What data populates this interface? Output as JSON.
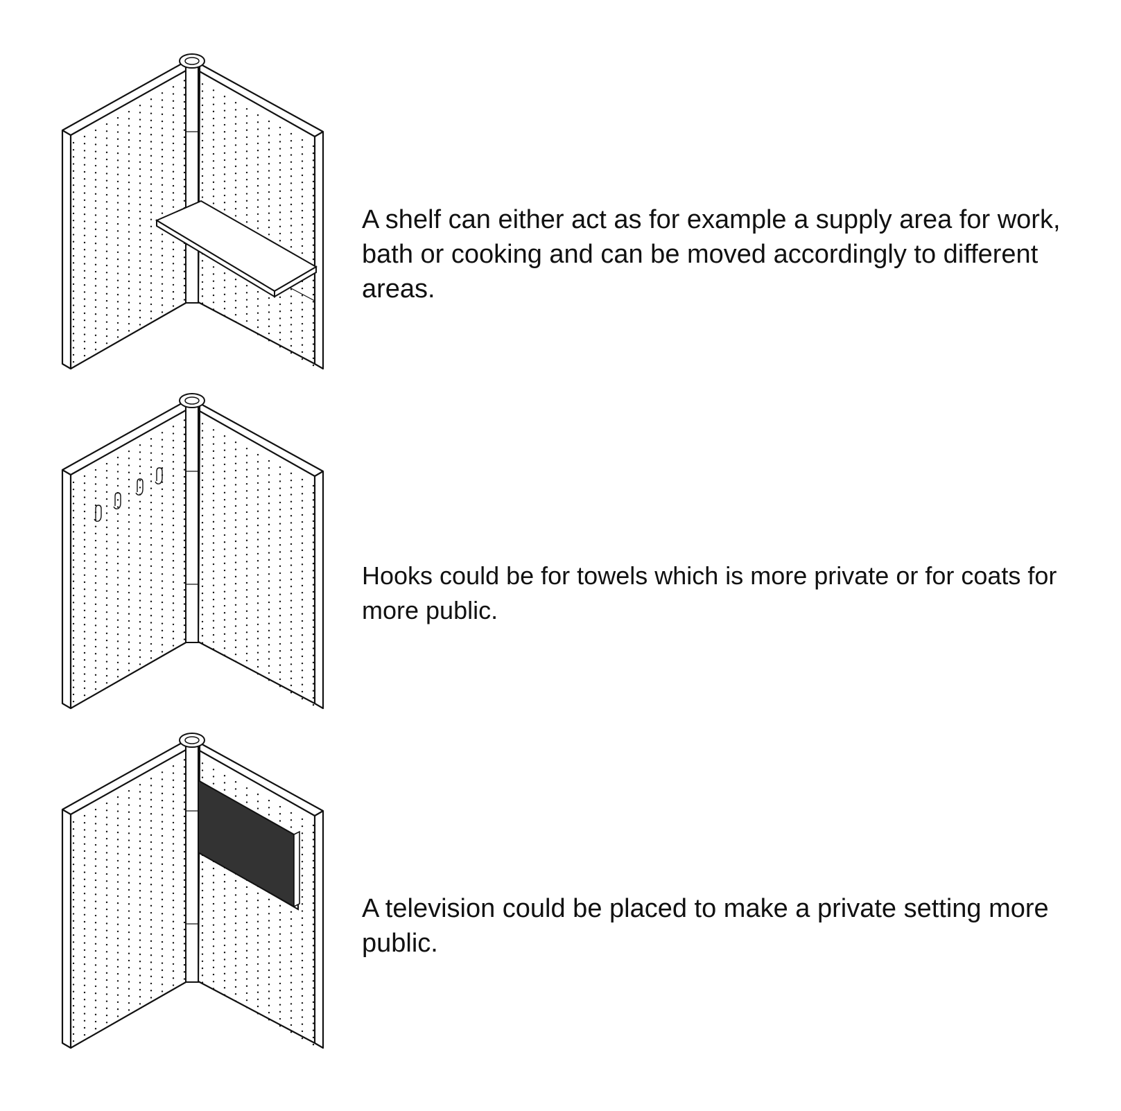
{
  "colors": {
    "line": "#111111",
    "screen": "#333333",
    "background": "#ffffff"
  },
  "panels": [
    {
      "accessory": "shelf",
      "caption": "A shelf can either act as for example a supply area for work, bath or cooking and can be moved accordingly to different areas."
    },
    {
      "accessory": "hooks",
      "caption": "Hooks could be for towels which is more private or for coats for more public."
    },
    {
      "accessory": "television",
      "caption": "A television could be placed to make a private setting more public."
    }
  ]
}
